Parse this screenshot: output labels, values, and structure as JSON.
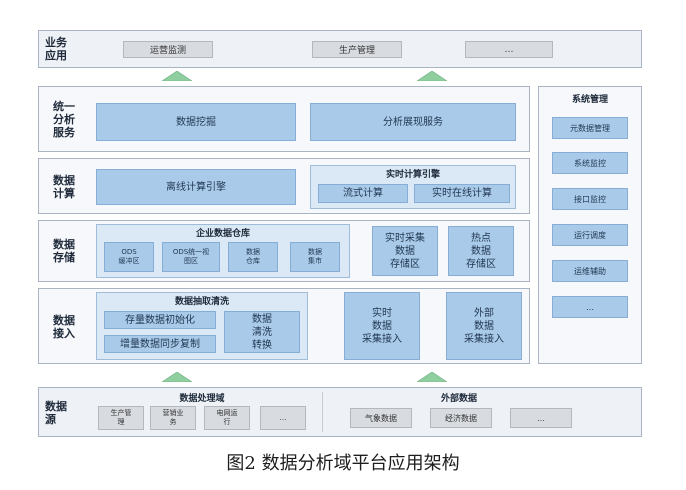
{
  "business": {
    "label": [
      "业务",
      "应用"
    ],
    "items": [
      "运营监测",
      "生产管理",
      "…"
    ]
  },
  "analysis": {
    "label": [
      "统一",
      "分析",
      "服务"
    ],
    "items": [
      "数据挖掘",
      "分析展现服务"
    ]
  },
  "compute": {
    "label": [
      "数据",
      "计算"
    ],
    "offline": "离线计算引擎",
    "realtime_title": "实时计算引擎",
    "realtime_items": [
      "流式计算",
      "实时在线计算"
    ]
  },
  "storage": {
    "label": [
      "数据",
      "存储"
    ],
    "warehouse_title": "企业数据仓库",
    "warehouse_items": [
      [
        "ODS",
        "缓冲区"
      ],
      [
        "ODS统一视",
        "图区"
      ],
      [
        "数据",
        "仓库"
      ],
      [
        "数据",
        "集市"
      ]
    ],
    "realtime_store": [
      "实时采集",
      "数据",
      "存储区"
    ],
    "hot_store": [
      "热点",
      "数据",
      "存储区"
    ]
  },
  "ingest": {
    "label": [
      "数据",
      "接入"
    ],
    "etl_title": "数据抽取清洗",
    "etl_items": [
      "存量数据初始化",
      "增量数据同步复制"
    ],
    "etl_transform": [
      "数据",
      "清洗",
      "转换"
    ],
    "realtime_ingest": [
      "实时",
      "数据",
      "采集接入"
    ],
    "external_ingest": [
      "外部",
      "数据",
      "采集接入"
    ]
  },
  "system": {
    "title": "系统管理",
    "items": [
      "元数据管理",
      "系统监控",
      "接口监控",
      "运行调度",
      "运维辅助",
      "…"
    ]
  },
  "source": {
    "label": [
      "数据",
      "源"
    ],
    "domain_title": "数据处理域",
    "domain_items": [
      [
        "生产管",
        "理"
      ],
      [
        "营销业",
        "务"
      ],
      [
        "电网运",
        "行"
      ],
      [
        "…"
      ]
    ],
    "external_title": "外部数据",
    "external_items": [
      "气象数据",
      "经济数据",
      "…"
    ]
  },
  "caption": "图2  数据分析域平台应用架构",
  "colors": {
    "box_blue": "#a9cbe9",
    "box_light_blue": "#dbe8f5",
    "arrow_green": "#8fcf9f",
    "box_gray": "#d8dbe0"
  }
}
